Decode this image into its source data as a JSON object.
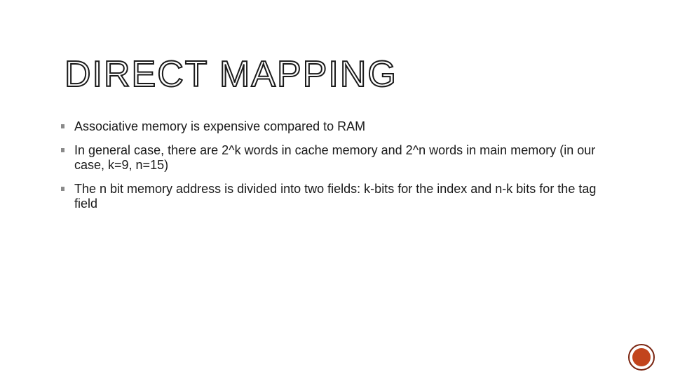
{
  "slide": {
    "title": "DIRECT MAPPING",
    "bullets": [
      {
        "text": "Associative memory is expensive compared to RAM"
      },
      {
        "text": "In general case, there are 2^k words in cache memory and 2^n words in main memory (in our case, k=9, n=15)"
      },
      {
        "text": "The n bit memory address is divided into two fields: k-bits for the index and n-k bits for the tag field"
      }
    ]
  },
  "colors": {
    "title_outline": "#1a1a1a",
    "text": "#1a1a1a",
    "bullet_marker": "#8a8a8a",
    "badge_fill": "#c2441c",
    "badge_ring": "#7a2410"
  },
  "icons": {
    "bullet": "square-bullet-icon",
    "badge": "circle-badge-icon"
  }
}
